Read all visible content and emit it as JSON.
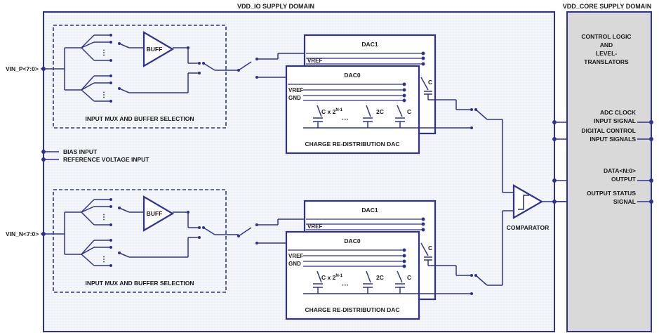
{
  "domains": {
    "io": "VDD_IO SUPPLY DOMAIN",
    "core": "VDD_CORE SUPPLY DOMAIN"
  },
  "inputs": {
    "vin_p": "VIN_P<7:0>",
    "vin_n": "VIN_N<7:0>",
    "bias": "BIAS INPUT",
    "reference": "REFERENCE VOLTAGE INPUT"
  },
  "mux": {
    "buffer_label": "BUFF",
    "title": "INPUT MUX AND BUFFER SELECTION",
    "ellipsis": "⋮"
  },
  "dac": {
    "dac1": "DAC1",
    "dac0": "DAC0",
    "vref": "VREF",
    "gnd": "GND",
    "cap_msb_prefix": "C x 2",
    "cap_msb_exp": "N-1",
    "cap_2c": "2C",
    "cap_c": "C",
    "dots": "···",
    "title": "CHARGE RE-DISTRIBUTION DAC"
  },
  "comparator": "COMPARATOR",
  "core": {
    "control_l1": "CONTROL LOGIC",
    "control_l2": "AND",
    "control_l3": "LEVEL-",
    "control_l4": "TRANSLATORS",
    "clock_l1": "ADC CLOCK",
    "clock_l2": "INPUT SIGNAL",
    "digital_l1": "DIGITAL CONTROL",
    "digital_l2": "INPUT SIGNALS",
    "data_l1": "DATA<N:0>",
    "data_l2": "OUTPUT",
    "status_l1": "OUTPUT STATUS",
    "status_l2": "SIGNAL"
  },
  "colors": {
    "line": "#2e3192",
    "core_fill": "#d9d9d9",
    "io_fill": "#f2f6fa"
  }
}
